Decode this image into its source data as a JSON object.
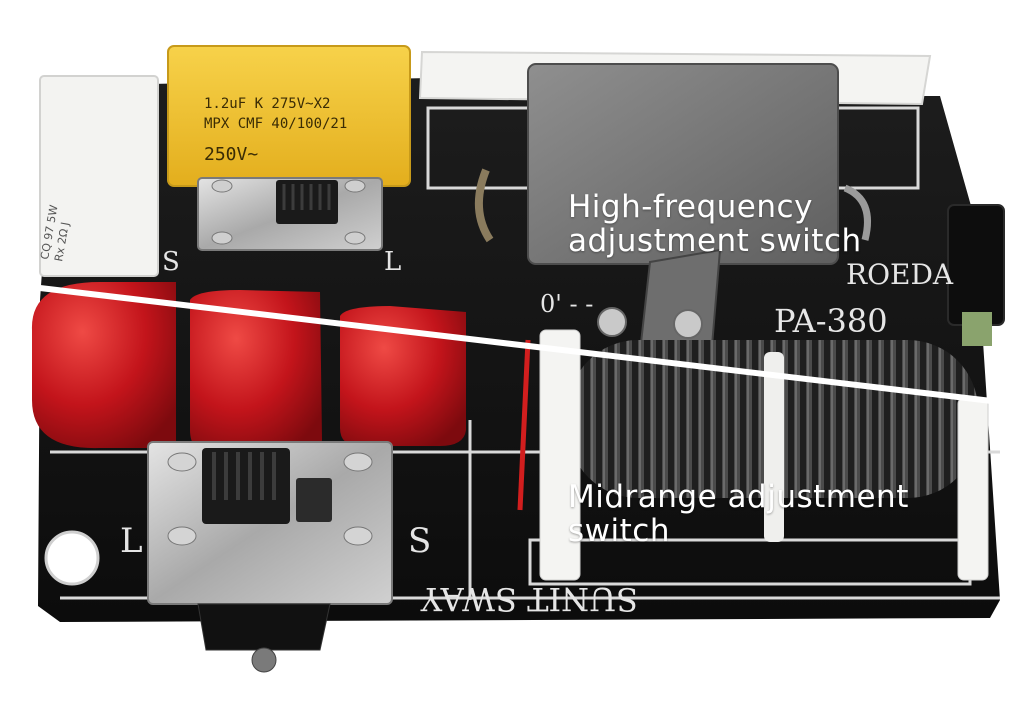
{
  "photo": {
    "capacitor_print": [
      "1.2uF K 275V~X2",
      "MPX CMF 40/100/21",
      "250V~"
    ],
    "switch_left_letter": "S",
    "switch_right_letter": "L",
    "switch2_left_letter": "L",
    "switch2_right_letter": "S",
    "brand": "ROEDA",
    "model": "PA-380",
    "model_suffix": "±±",
    "bottom_marking": "SUNIT SWAY",
    "terminal_marks": "0' - -"
  },
  "annotations": {
    "high_frequency_line1": "High-frequency",
    "high_frequency_line2": "adjustment switch",
    "midrange_line1": "Midrange adjustment",
    "midrange_line2": "switch"
  },
  "colors": {
    "board": "#141414",
    "capacitor_yellow": "#f2c230",
    "capacitor_red": "#c8151c",
    "coil_wire": "#1e1e1e",
    "switch_metal": "#b8b8b8",
    "annotation_text": "#ffffff"
  }
}
